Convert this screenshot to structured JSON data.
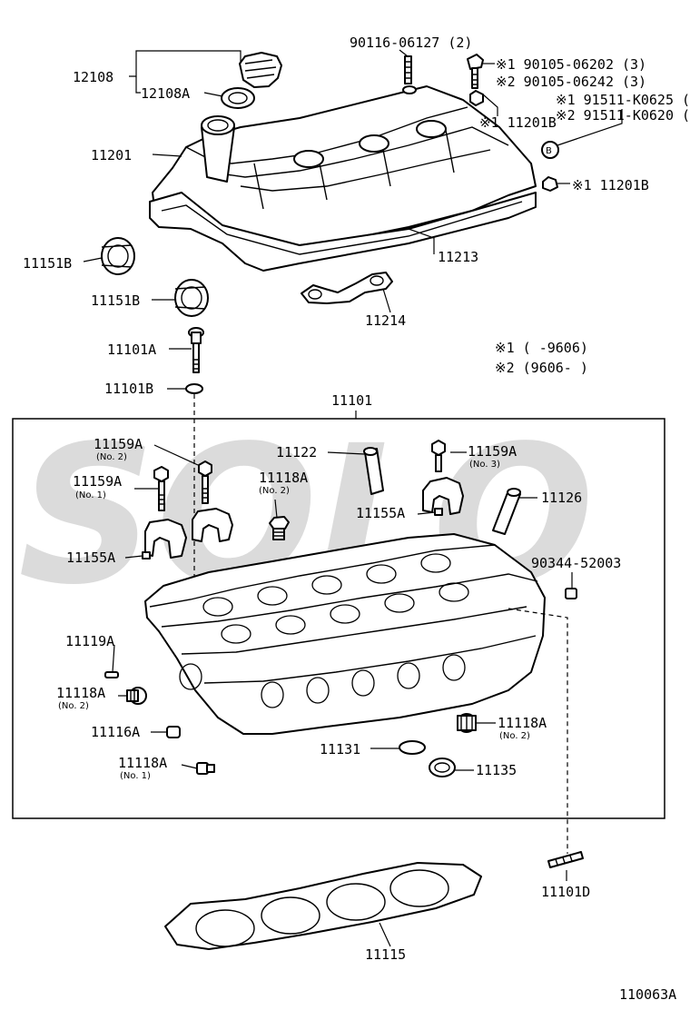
{
  "watermark": "SOLO",
  "figure_id": "110063A",
  "notes": {
    "note1": "※1 (      -9606)",
    "note2": "※2 (9606-      )"
  },
  "labels": {
    "p12108": "12108",
    "p12108A": "12108A",
    "p90116": "90116-06127 (2)",
    "p90105a": "※1 90105-06202 (3)",
    "p90105b": "※2 90105-06242 (3)",
    "p91511a": "※1 91511-K0625 (7",
    "p91511b": "※2 91511-K0620 (7",
    "p11201B_1": "※1 11201B",
    "p11201B_2": "※1 11201B",
    "circleB": "B",
    "p11201": "11201",
    "p11213": "11213",
    "p11151B_a": "11151B",
    "p11151B_b": "11151B",
    "p11214": "11214",
    "p11101A": "11101A",
    "p11101B": "11101B",
    "p11101": "11101",
    "p11159A_no2": "11159A",
    "p11159A_no1": "11159A",
    "p11159A_no3": "11159A",
    "p11122": "11122",
    "p11118A_top": "11118A",
    "p11155A_r": "11155A",
    "p11126": "11126",
    "p11155A_l": "11155A",
    "p90344": "90344-52003",
    "p11119A": "11119A",
    "p11118A_left": "11118A",
    "p11116A": "11116A",
    "p11118A_bot": "11118A",
    "p11131": "11131",
    "p11118A_right": "11118A",
    "p11135": "11135",
    "p11101D": "11101D",
    "p11115": "11115"
  },
  "sublabels": {
    "no1": "(No. 1)",
    "no2": "(No. 2)",
    "no3": "(No. 3)"
  }
}
